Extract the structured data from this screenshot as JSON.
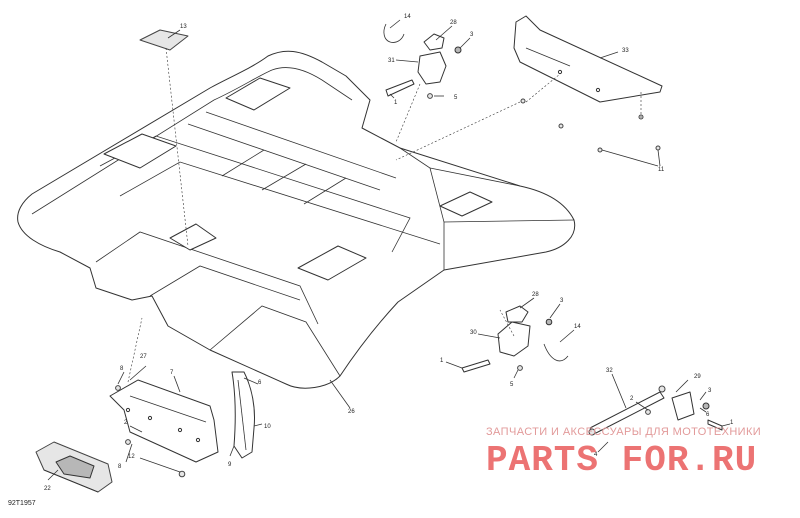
{
  "diagram": {
    "code": "92T1957",
    "callouts": [
      {
        "id": "c13",
        "text": "13"
      },
      {
        "id": "c14a",
        "text": "14"
      },
      {
        "id": "c28a",
        "text": "28"
      },
      {
        "id": "c3a",
        "text": "3"
      },
      {
        "id": "c31",
        "text": "31"
      },
      {
        "id": "c5a",
        "text": "5"
      },
      {
        "id": "c1a",
        "text": "1"
      },
      {
        "id": "c33",
        "text": "33"
      },
      {
        "id": "c11",
        "text": "11"
      },
      {
        "id": "c28b",
        "text": "28"
      },
      {
        "id": "c3b",
        "text": "3"
      },
      {
        "id": "c30",
        "text": "30"
      },
      {
        "id": "c14b",
        "text": "14"
      },
      {
        "id": "c1b",
        "text": "1"
      },
      {
        "id": "c5b",
        "text": "5"
      },
      {
        "id": "c32",
        "text": "32"
      },
      {
        "id": "c29",
        "text": "29"
      },
      {
        "id": "c3c",
        "text": "3"
      },
      {
        "id": "c6a",
        "text": "6"
      },
      {
        "id": "c1c",
        "text": "1"
      },
      {
        "id": "c2a",
        "text": "2"
      },
      {
        "id": "c4",
        "text": "4"
      },
      {
        "id": "c26",
        "text": "26"
      },
      {
        "id": "c27",
        "text": "27"
      },
      {
        "id": "c8a",
        "text": "8"
      },
      {
        "id": "c7",
        "text": "7"
      },
      {
        "id": "c6b",
        "text": "6"
      },
      {
        "id": "c10",
        "text": "10"
      },
      {
        "id": "c2b",
        "text": "2"
      },
      {
        "id": "c9",
        "text": "9"
      },
      {
        "id": "c12",
        "text": "12"
      },
      {
        "id": "c8b",
        "text": "8"
      },
      {
        "id": "c22",
        "text": "22"
      }
    ]
  },
  "watermark": {
    "tagline": "ЗАПЧАСТИ И АКСЕССУАРЫ ДЛЯ МОТОТЕХНИКИ",
    "brand": "PARTS FOR.RU"
  }
}
